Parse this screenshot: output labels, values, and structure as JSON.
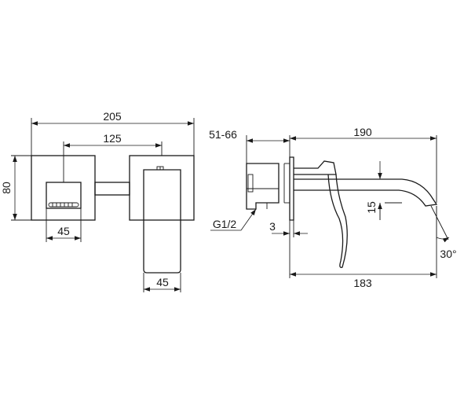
{
  "front_view": {
    "overall_width": "205",
    "center_distance": "125",
    "height": "80",
    "left_plate_width": "45",
    "lever_width": "45"
  },
  "side_view": {
    "wall_depth_range": "51-66",
    "spout_length": "190",
    "spout_drop": "15",
    "thread": "G1/2",
    "plate_gap": "3",
    "reach": "183",
    "angle": "30°"
  }
}
